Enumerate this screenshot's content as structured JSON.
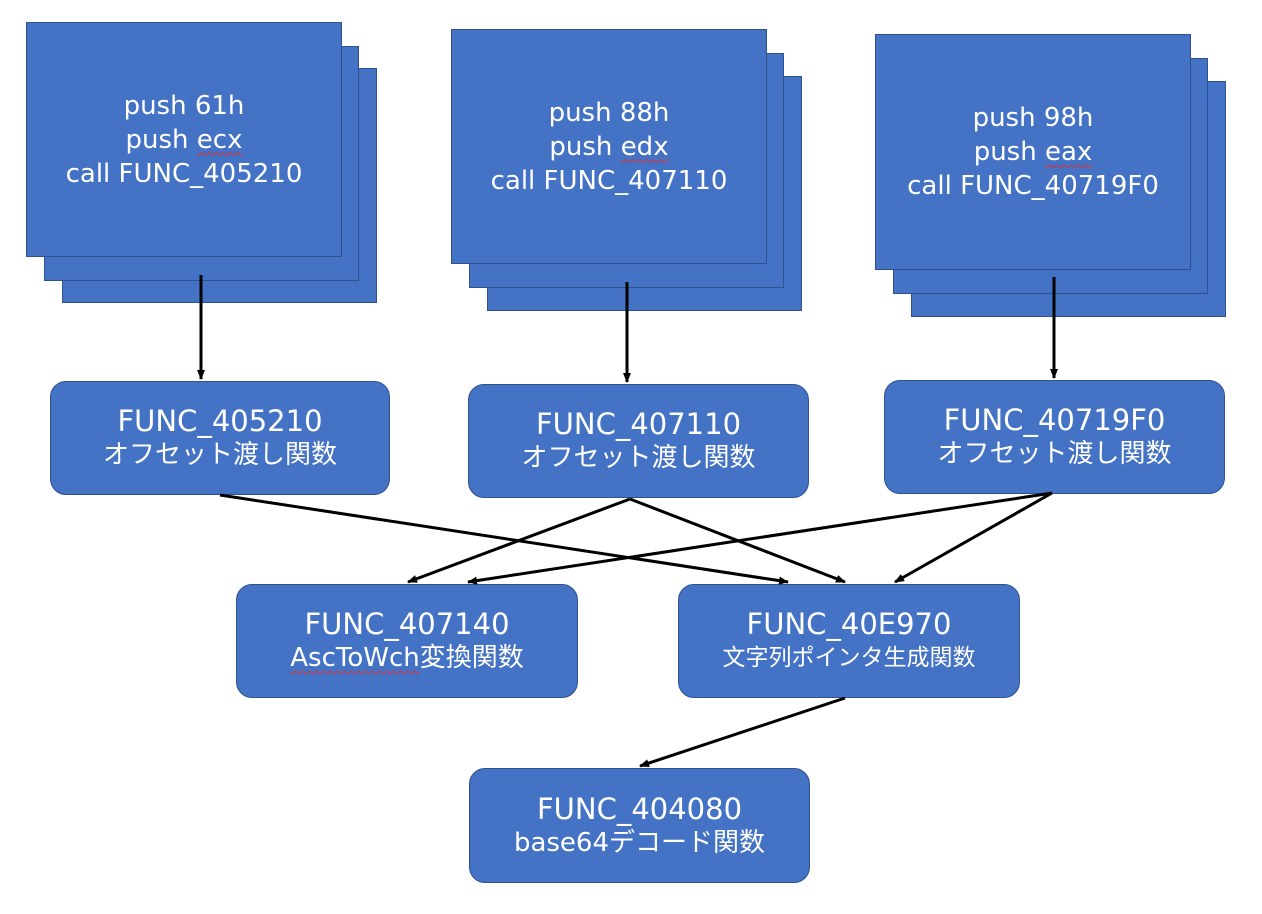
{
  "stacks": [
    {
      "lines": [
        "push 61h",
        "push ",
        "call FUNC_405210"
      ],
      "reg": "ecx"
    },
    {
      "lines": [
        "push 88h",
        "push ",
        "call FUNC_407110"
      ],
      "reg": "edx"
    },
    {
      "lines": [
        "push 98h",
        "push ",
        "call FUNC_40719F0"
      ],
      "reg": "eax"
    }
  ],
  "offset_funcs": [
    {
      "name": "FUNC_405210",
      "desc": "オフセット渡し関数"
    },
    {
      "name": "FUNC_407110",
      "desc": "オフセット渡し関数"
    },
    {
      "name": "FUNC_40719F0",
      "desc": "オフセット渡し関数"
    }
  ],
  "func_407140": {
    "name": "FUNC_407140",
    "desc_prefix": "AscToWch",
    "desc_suffix": "変換関数"
  },
  "func_40e970": {
    "name": "FUNC_40E970",
    "desc": "文字列ポインタ生成関数"
  },
  "func_404080": {
    "name": "FUNC_404080",
    "desc": "base64デコード関数"
  },
  "colors": {
    "box_fill": "#4472c4",
    "box_border": "#2f528f",
    "text": "#ffffff",
    "arrow": "#000000"
  }
}
